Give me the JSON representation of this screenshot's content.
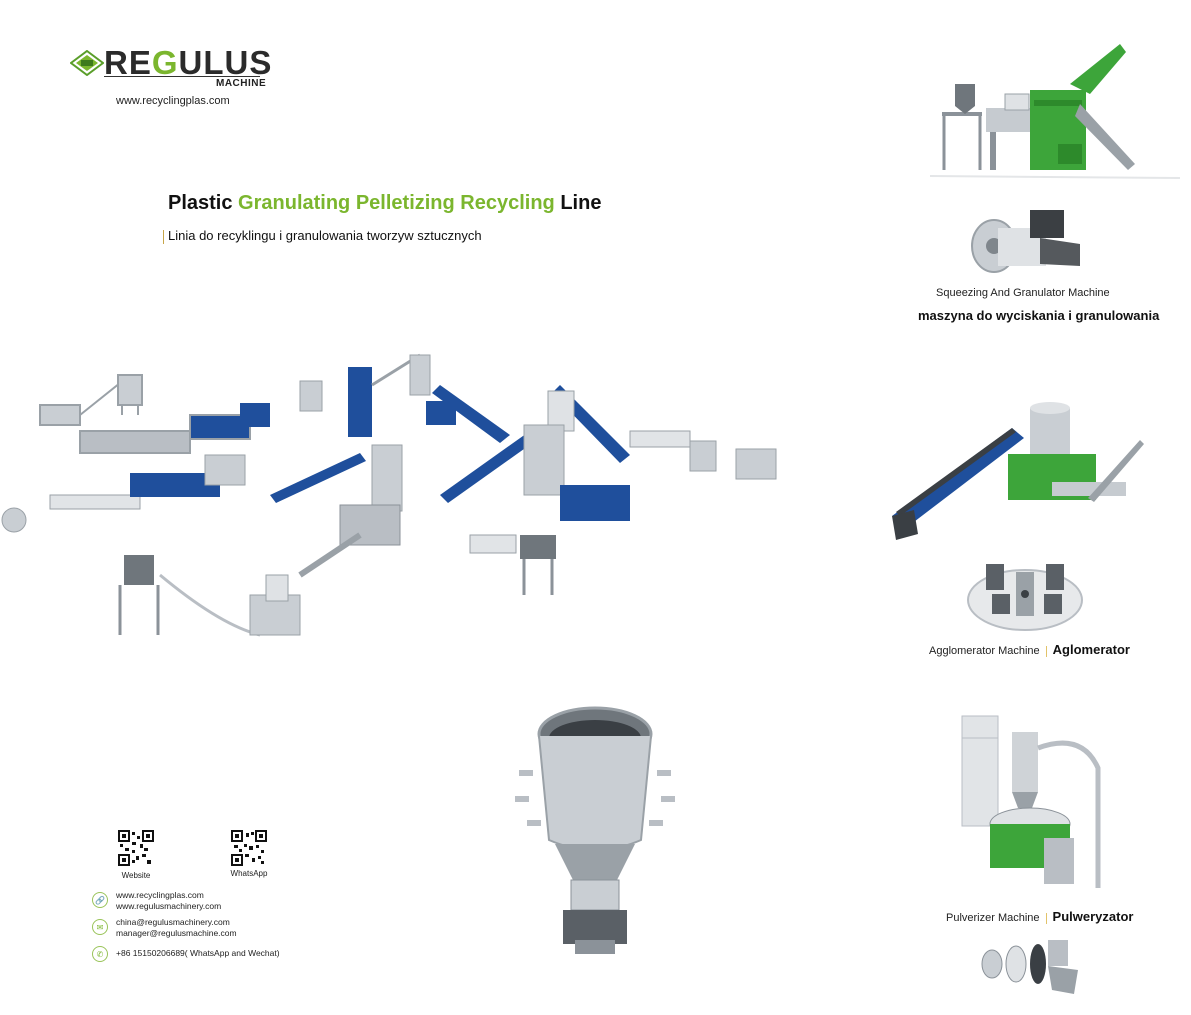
{
  "brand": {
    "logo_word_1": "RE",
    "logo_word_g": "G",
    "logo_word_2": "ULUS",
    "logo_sub": "MACHINE",
    "website": "www.recyclingplas.com"
  },
  "headline": {
    "part1": "Plastic ",
    "part2": "Granulating Pelletizing Recycling",
    "part3": " Line",
    "subtitle": "Linia do recyklingu i granulowania tworzyw sztucznych"
  },
  "machines": [
    {
      "name_en": "Squeezing And Granulator Machine",
      "name_pl": "maszyna do wyciskania i granulowania"
    },
    {
      "name_en": "Agglomerator Machine",
      "name_pl": "Aglomerator"
    },
    {
      "name_en": "Pulverizer Machine",
      "name_pl": "Pulweryzator"
    }
  ],
  "qr": {
    "website_label": "Website",
    "whatsapp_label": "WhatsApp"
  },
  "contacts": {
    "web1": "www.recyclingplas.com",
    "web2": "www.regulusmachinery.com",
    "mail1": "china@regulusmachinery.com",
    "mail2": "manager@regulusmachine.com",
    "phone": "+86 15150206689( WhatsApp and Wechat)"
  },
  "colors": {
    "accent_green": "#7bb62e",
    "machine_blue": "#1f4f9c",
    "steel": "#b9bec4"
  }
}
